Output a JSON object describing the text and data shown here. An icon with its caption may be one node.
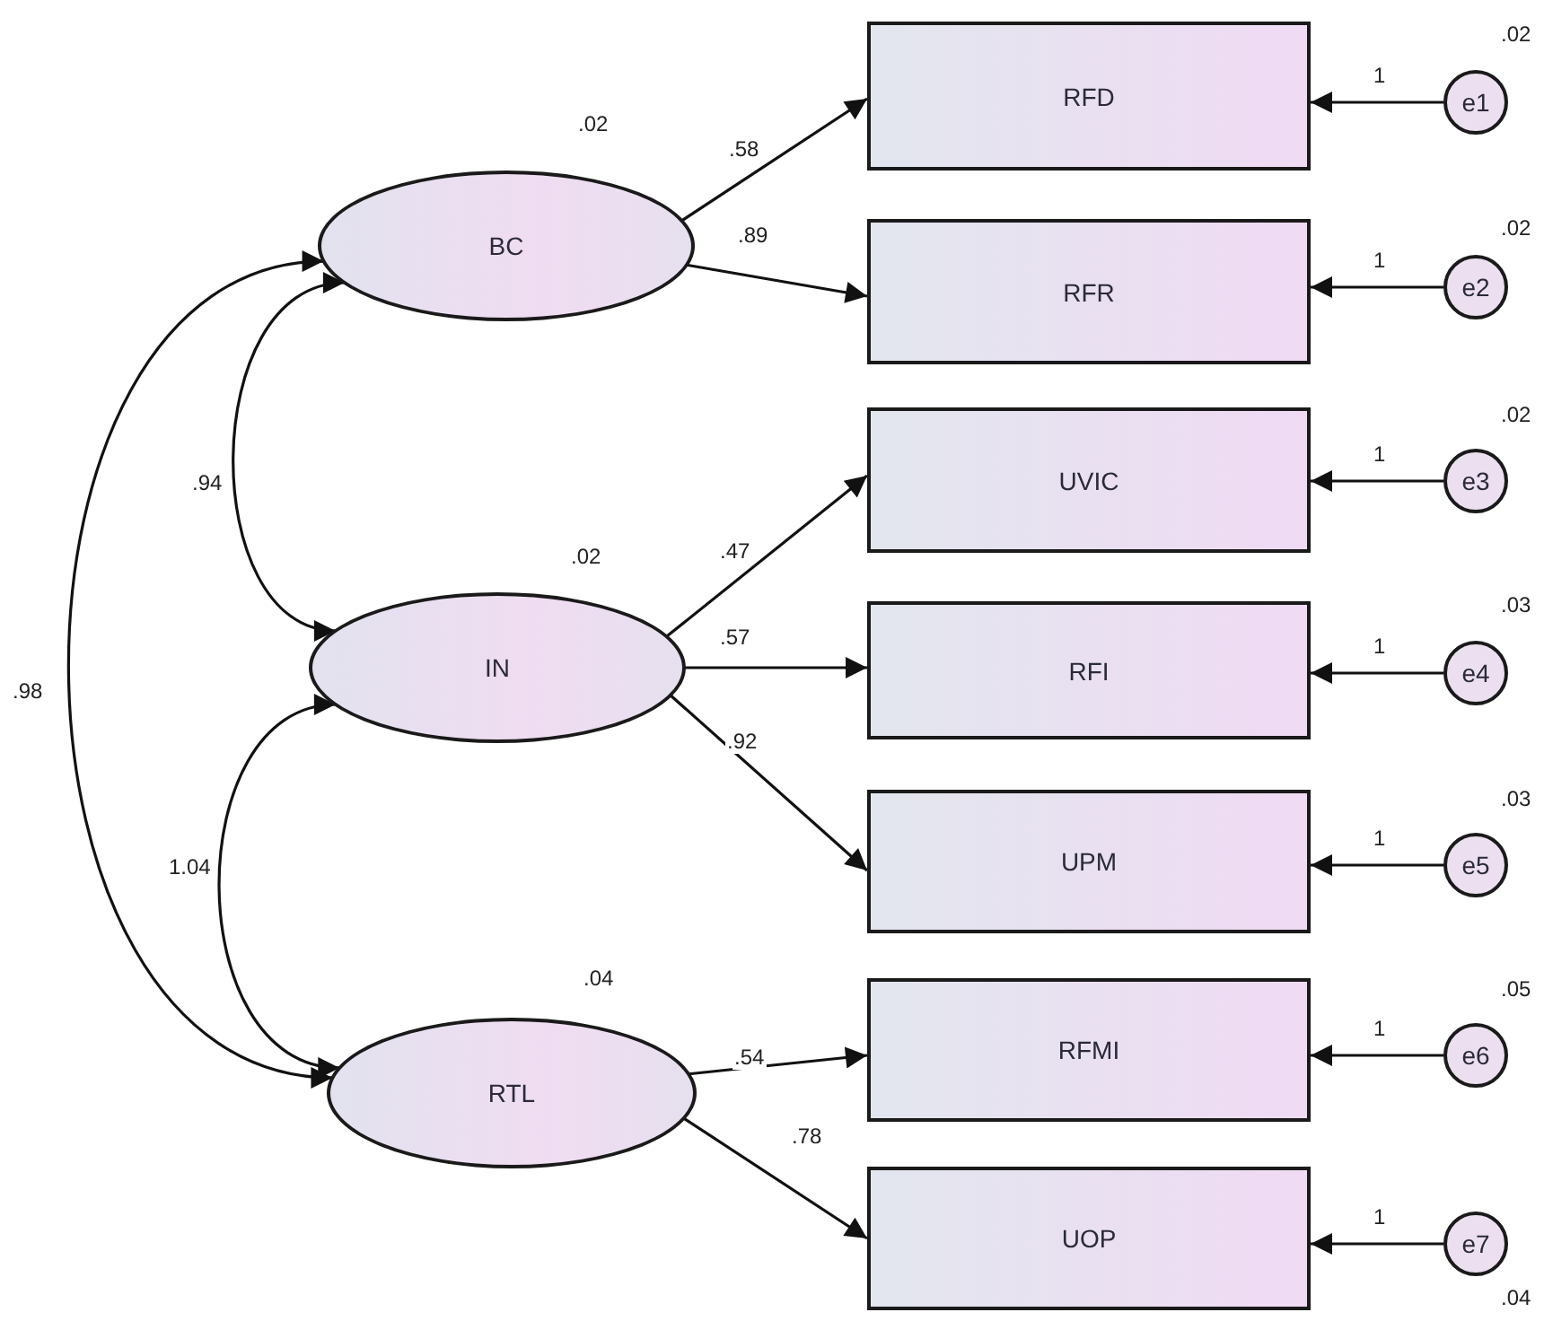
{
  "diagram": {
    "nodes": [
      {
        "text": [
          "BC"
        ],
        "beside": [
          ".02"
        ]
      },
      {
        "text": [
          "IN"
        ],
        "beside": [
          ".02"
        ]
      },
      {
        "text": [
          "RTL"
        ],
        "beside": [
          ".04"
        ]
      },
      {
        "text": [
          "RFD"
        ]
      },
      {
        "text": [
          "RFR"
        ]
      },
      {
        "text": [
          "UVIC"
        ]
      },
      {
        "text": [
          "RFI"
        ]
      },
      {
        "text": [
          "UPM"
        ]
      },
      {
        "text": [
          "RFMI"
        ]
      },
      {
        "text": [
          "UOP"
        ]
      },
      {
        "text": [
          "e1"
        ],
        "beside": [
          ".02"
        ]
      },
      {
        "text": [
          "e2"
        ],
        "beside": [
          ".02"
        ]
      },
      {
        "text": [
          "e3"
        ],
        "beside": [
          ".02"
        ]
      },
      {
        "text": [
          "e4"
        ],
        "beside": [
          ".03"
        ]
      },
      {
        "text": [
          "e5"
        ],
        "beside": [
          ".03"
        ]
      },
      {
        "text": [
          "e6"
        ],
        "beside": [
          ".05"
        ]
      },
      {
        "text": [
          "e7"
        ],
        "beside": [
          ".04"
        ]
      }
    ],
    "edges": [
      {
        "from": 0,
        "to": 3,
        "arrow": "to",
        "label": ".58"
      },
      {
        "from": 0,
        "to": 4,
        "arrow": "to",
        "label": ".89"
      },
      {
        "from": 1,
        "to": 5,
        "arrow": "to",
        "label": ".47"
      },
      {
        "from": 1,
        "to": 6,
        "arrow": "to",
        "label": ".57"
      },
      {
        "from": 1,
        "to": 7,
        "arrow": "to",
        "label": ".92"
      },
      {
        "from": 2,
        "to": 8,
        "arrow": "to",
        "label": ".54"
      },
      {
        "from": 2,
        "to": 9,
        "arrow": "to",
        "label": ".78"
      },
      {
        "from": 10,
        "to": 3,
        "arrow": "to",
        "label": "1"
      },
      {
        "from": 11,
        "to": 4,
        "arrow": "to",
        "label": "1"
      },
      {
        "from": 12,
        "to": 5,
        "arrow": "to",
        "label": "1"
      },
      {
        "from": 13,
        "to": 6,
        "arrow": "to",
        "label": "1"
      },
      {
        "from": 14,
        "to": 7,
        "arrow": "to",
        "label": "1"
      },
      {
        "from": 15,
        "to": 8,
        "arrow": "to",
        "label": "1"
      },
      {
        "from": 16,
        "to": 9,
        "arrow": "to",
        "label": "1"
      },
      {
        "from": 0,
        "to": 1,
        "arrow": "both",
        "label": ".94"
      },
      {
        "from": 0,
        "to": 2,
        "arrow": "both",
        "label": ".98"
      },
      {
        "from": 1,
        "to": 2,
        "arrow": "both",
        "label": "1.04"
      }
    ]
  }
}
